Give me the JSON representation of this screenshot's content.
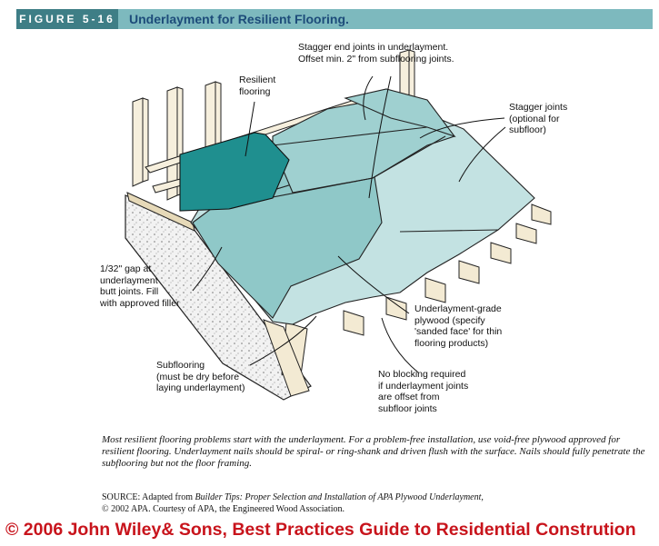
{
  "figure": {
    "number": "FIGURE 5-16",
    "title": "Underlayment for Resilient Flooring."
  },
  "callouts": {
    "resilient": "Resilient\nflooring",
    "stagger_end": "Stagger end joints in underlayment.\nOffset min. 2\" from subflooring joints.",
    "stagger_joints": "Stagger joints\n(optional for\nsubfloor)",
    "gap_fraction": "1/32",
    "gap": "\" gap at\nunderlayment\nbutt joints. Fill\nwith approved filler",
    "plywood": "Underlayment-grade\nplywood (specify\n'sanded face' for thin\nflooring products)",
    "subflooring": "Subflooring\n(must be dry before\nlaying underlayment)",
    "no_blocking": "No blocking required\nif underlayment joints\nare offset from\nsubfloor joints"
  },
  "caption": "Most resilient flooring problems start with the underlayment. For a problem-free installation, use void-free plywood approved for resilient flooring. Underlayment nails should be spiral- or ring-shank and driven flush with the surface. Nails should fully penetrate the subflooring but not the floor framing.",
  "source": {
    "prefix": "SOURCE:  Adapted from ",
    "book": "Builder Tips: Proper Selection and Installation of APA Plywood Underlayment,",
    "rest": "© 2002 APA.  Courtesy of APA, the Engineered Wood Association."
  },
  "copyright": "© 2006 John Wiley& Sons, Best Practices Guide to Residential Constrution",
  "colors": {
    "header_bg": "#7db9be",
    "header_label_bg": "#3e7e86",
    "title_text": "#1d4c7a",
    "underlayment": "#8fc8c8",
    "subfloor": "#c3e2e2",
    "resilient": "#1f8f8f",
    "copyright": "#c8141c"
  }
}
